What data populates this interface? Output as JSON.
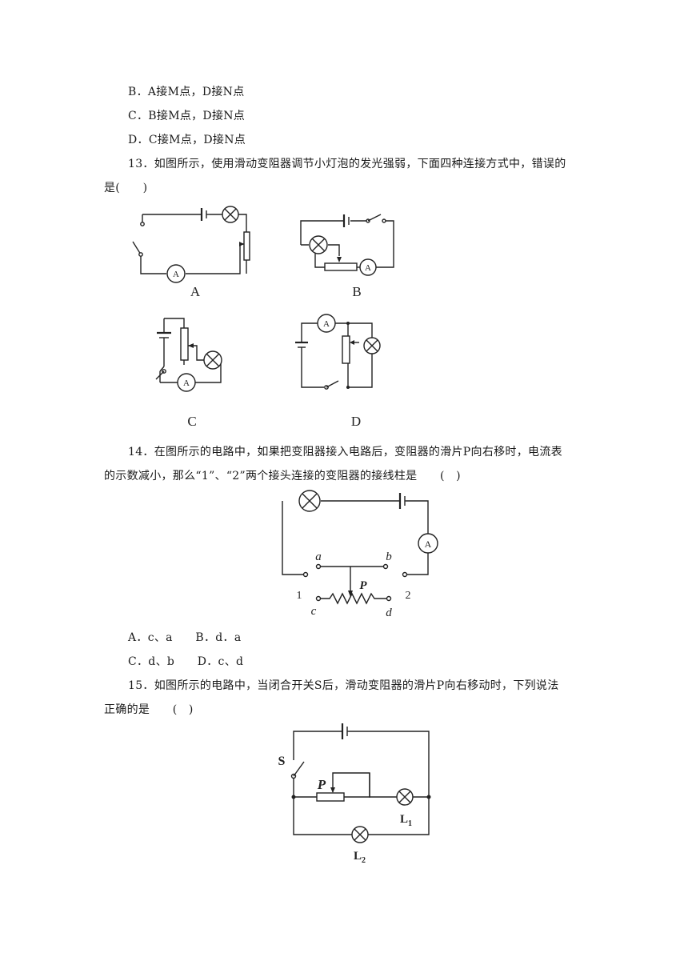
{
  "q12_options": {
    "b": "B．A接M点，D接N点",
    "c": "C．B接M点，D接N点",
    "d": "D．C接M点，D接N点"
  },
  "q13": {
    "stem_line1": "13．如图所示，使用滑动变阻器调节小灯泡的发光强弱，下面四种连接方式中，错误的",
    "stem_line2": "是(　　)",
    "labels": {
      "a": "A",
      "b": "B",
      "c": "C",
      "d": "D",
      "ammeter": "A"
    }
  },
  "q14": {
    "stem_line1": "14．在图所示的电路中，如果把变阻器接入电路后，变阻器的滑片P向右移时，电流表",
    "stem_line2": "的示数减小，那么“1”、“2”两个接头连接的变阻器的接线柱是　　(　)",
    "labels": {
      "a": "a",
      "b": "b",
      "c": "c",
      "d": "d",
      "p": "P",
      "one": "1",
      "two": "2",
      "ammeter": "A"
    },
    "options_line1": "A．c、a　　B．d．a",
    "options_line2": "C．d、b　　D．c、d"
  },
  "q15": {
    "stem_line1": "15．如图所示的电路中，当闭合开关S后，滑动变阻器的滑片P向右移动时，下列说法",
    "stem_line2": "正确的是　　(　)",
    "labels": {
      "s": "S",
      "p": "P",
      "l1": "L",
      "l1_sub": "1",
      "l2": "L",
      "l2_sub": "2"
    }
  }
}
